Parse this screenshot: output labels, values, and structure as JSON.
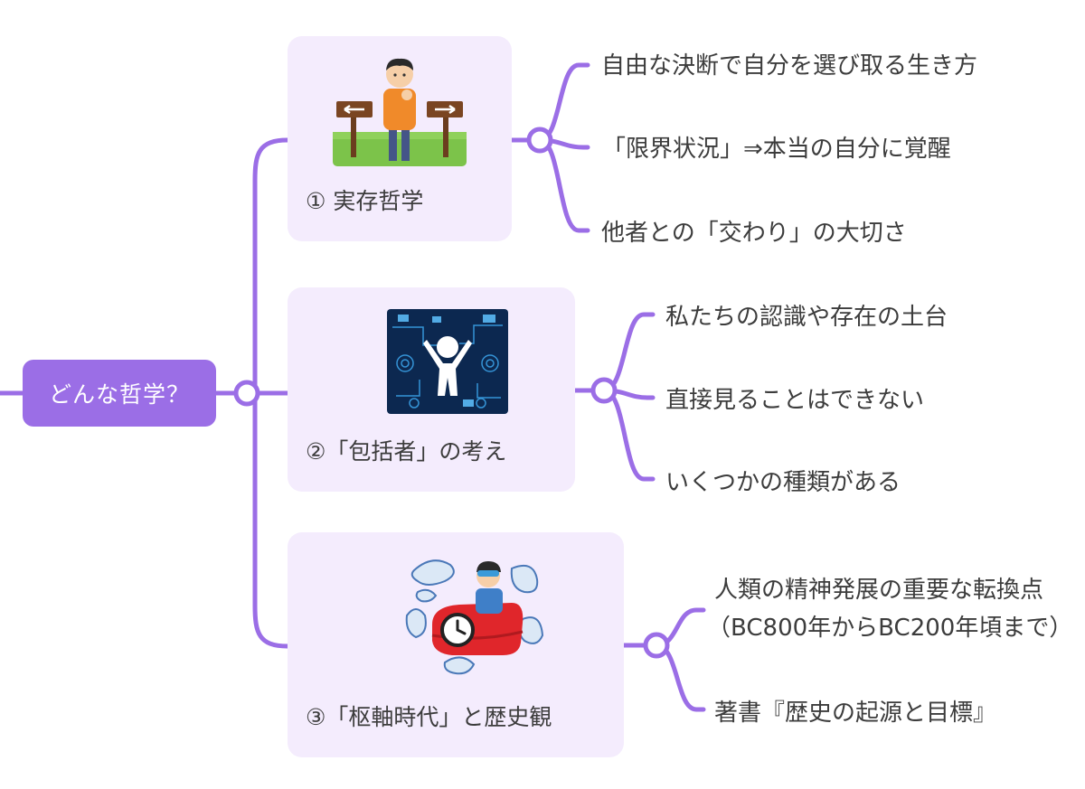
{
  "colors": {
    "accent": "#9b6ee6",
    "card_bg": "#f4ecfd",
    "text": "#3c3c3c"
  },
  "hub": {
    "label": "どんな哲学？"
  },
  "branches": [
    {
      "caption": "① 実存哲学",
      "icon": "crossroads-signpost-illustration",
      "leaves": [
        "自由な決断で自分を選び取る生き方",
        "「限界状況」⇒本当の自分に覚醒",
        "他者との「交わり」の大切さ"
      ]
    },
    {
      "caption": "②「包括者」の考え",
      "icon": "digital-network-figure-illustration",
      "leaves": [
        "私たちの認識や存在の土台",
        "直接見ることはできない",
        "いくつかの種類がある"
      ]
    },
    {
      "caption": "③「枢軸時代」と歴史観",
      "icon": "time-machine-ride-illustration",
      "leaves": [
        "人類の精神発展の重要な転換点",
        "（BC800年からBC200年頃まで）",
        "著書『歴史の起源と目標』"
      ]
    }
  ]
}
